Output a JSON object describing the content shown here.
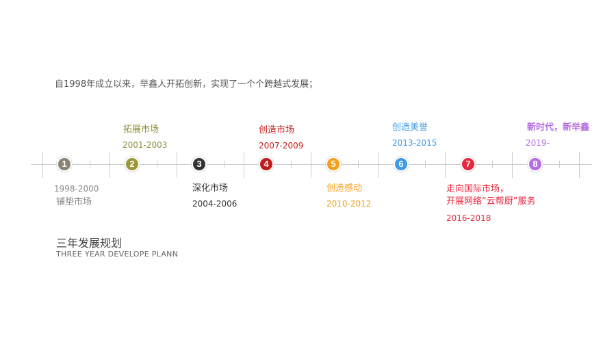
{
  "intro": "自1998年成立以来，举鑫人开拓创新，实现了一个个跨越式发展；",
  "timeline": [
    {
      "num": "1",
      "color": "#8c8274",
      "title": "铺垫市场",
      "years": "1998-2000",
      "label_color": "#888888"
    },
    {
      "num": "2",
      "color": "#9a9a3a",
      "title": "拓展市场",
      "years": "2001-2003",
      "label_color": "#8d8d3a"
    },
    {
      "num": "3",
      "color": "#333333",
      "title": "深化市场",
      "years": "2004-2006",
      "label_color": "#333333"
    },
    {
      "num": "4",
      "color": "#c41a1a",
      "title": "创造市场",
      "years": "2007-2009",
      "label_color": "#c41a1a"
    },
    {
      "num": "5",
      "color": "#f5a01a",
      "title": "创造感动",
      "years": "2010-2012",
      "label_color": "#f5a01a"
    },
    {
      "num": "6",
      "color": "#3d9ae8",
      "title": "创造美誉",
      "years": "2013-2015",
      "label_color": "#3d9ae8"
    },
    {
      "num": "7",
      "color": "#e8273f",
      "title_line1": "走向国际市场，",
      "title_line2": "开展网络“云帮厨”服务",
      "years": "2016-2018",
      "label_color": "#e8273f"
    },
    {
      "num": "8",
      "color": "#b46fe0",
      "title": "新时代，新举鑫",
      "years": "2019-",
      "label_color": "#b46fe0"
    }
  ],
  "plan": {
    "title": "三年发展规划",
    "subtitle": "THREE YEAR DEVELOPE PLANN"
  }
}
